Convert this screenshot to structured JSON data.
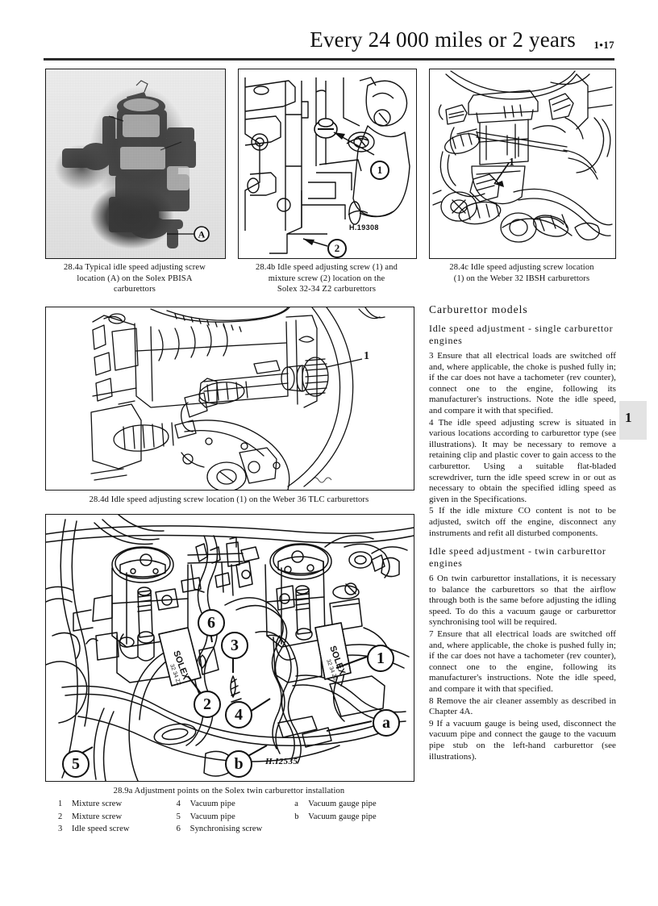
{
  "header": {
    "title": "Every 24 000 miles or 2 years",
    "page_number": "1•17"
  },
  "margin_tab": {
    "chapter": "1"
  },
  "figures": [
    {
      "id": "28.4a",
      "type": "photo",
      "caption": "28.4a  Typical idle speed adjusting screw location (A) on the Solex PBISA carburettors",
      "caption_lines": [
        "28.4a  Typical idle speed adjusting screw",
        "location (A) on the Solex PBISA",
        "carburettors"
      ],
      "callouts": [
        "A"
      ]
    },
    {
      "id": "28.4b",
      "type": "line-drawing",
      "caption": "28.4b  Idle speed adjusting screw (1) and mixture screw (2) location on the Solex 32-34 Z2 carburettors",
      "caption_lines": [
        "28.4b  Idle speed adjusting screw (1) and",
        "mixture screw (2) location on the",
        "Solex 32-34 Z2 carburettors"
      ],
      "callouts": [
        "1",
        "2"
      ],
      "drawing_ref": "H.19308"
    },
    {
      "id": "28.4c",
      "type": "line-drawing",
      "caption": "28.4c  Idle speed adjusting screw location (1) on the Weber 32 IBSH carburettors",
      "caption_lines": [
        "28.4c  Idle speed adjusting screw location",
        "(1) on the Weber 32 IBSH carburettors"
      ],
      "callouts": [
        "1"
      ]
    },
    {
      "id": "28.4d",
      "type": "line-drawing",
      "caption": "28.4d  Idle speed adjusting screw location (1) on the Weber 36 TLC carburettors",
      "caption_lines": [
        "28.4d  Idle speed adjusting screw location (1) on the Weber 36 TLC carburettors"
      ],
      "callouts": [
        "1"
      ]
    },
    {
      "id": "28.9a",
      "type": "line-drawing",
      "caption": "28.9a  Adjustment points on the Solex twin carburettor installation",
      "caption_lines": [
        "28.9a  Adjustment points on the Solex twin carburettor installation"
      ],
      "callouts": [
        "1",
        "2",
        "3",
        "4",
        "5",
        "6",
        "a",
        "b"
      ],
      "drawing_ref": "H.I2535",
      "part_labels": [
        "SOLEX",
        "SOLEX"
      ]
    }
  ],
  "legend": {
    "title": "28.9a  Adjustment points on the Solex twin carburettor installation",
    "columns": [
      [
        {
          "key": "1",
          "value": "Mixture screw"
        },
        {
          "key": "2",
          "value": "Mixture screw"
        },
        {
          "key": "3",
          "value": "Idle speed screw"
        }
      ],
      [
        {
          "key": "4",
          "value": "Vacuum pipe"
        },
        {
          "key": "5",
          "value": "Vacuum pipe"
        },
        {
          "key": "6",
          "value": "Synchronising screw"
        }
      ],
      [
        {
          "key": "a",
          "value": "Vacuum gauge pipe"
        },
        {
          "key": "b",
          "value": "Vacuum gauge pipe"
        }
      ]
    ]
  },
  "text_column": {
    "section_heading": "Carburettor models",
    "subheading_1": "Idle speed adjustment - single carburettor engines",
    "paragraph_3": "3  Ensure that all electrical loads are switched off and, where applicable, the choke is pushed fully in; if the car does not have a tachometer (rev counter), connect one to the engine, following its manufacturer's instructions. Note the idle speed, and compare it with that specified.",
    "paragraph_4": "4  The idle speed adjusting screw is situated in various locations according to carburettor type (see illustrations). It may be necessary to remove a retaining clip and plastic cover to gain access to the carburettor. Using a suitable flat-bladed screwdriver, turn the idle speed screw in or out as necessary to obtain the specified idling speed as given in the Specifications.",
    "paragraph_5": "5  If the idle mixture CO content is not to be adjusted, switch off the engine, disconnect any instruments and refit all disturbed components.",
    "subheading_2": "Idle speed adjustment - twin carburettor engines",
    "paragraph_6": "6  On twin carburettor installations, it is necessary to balance the carburettors so that the airflow through both is the same before adjusting the idling speed. To do this a vacuum gauge or carburettor synchronising tool will be required.",
    "paragraph_7": "7  Ensure that all electrical loads are switched off and, where applicable, the choke is pushed fully in; if the car does not have a tachometer (rev counter), connect one to the engine, following its manufacturer's instructions. Note the idle speed, and compare it with that specified.",
    "paragraph_8": "8  Remove the air cleaner assembly as described in Chapter 4A.",
    "paragraph_9": "9  If a vacuum gauge is being used, disconnect the vacuum pipe and connect the gauge to the vacuum pipe stub on the left-hand carburettor (see illustrations)."
  },
  "colors": {
    "ink": "#111111",
    "rule": "#2b2b2b",
    "tab_bg": "#e3e3e3",
    "photo_mid": "#a2a2a2"
  }
}
